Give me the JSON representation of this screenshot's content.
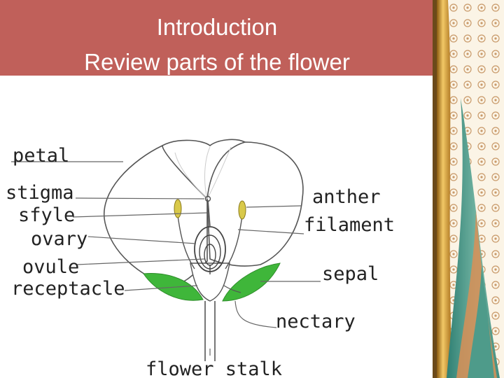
{
  "slide": {
    "title_line1": "Introduction",
    "title_line2": "Review parts of the flower",
    "accent_color": "#c0605a"
  },
  "diagram": {
    "labels": {
      "petal": "petal",
      "stigma": "stigma",
      "style": "sfyle",
      "ovary": "ovary",
      "ovule": "ovule",
      "receptacle": "receptacle",
      "anther": "anther",
      "filament": "filament",
      "sepal": "sepal",
      "nectary": "nectary",
      "flower_stalk": "flower stalk"
    },
    "colors": {
      "sepal": "#3fb63a",
      "anther": "#d9c94a",
      "line": "#555555"
    }
  }
}
